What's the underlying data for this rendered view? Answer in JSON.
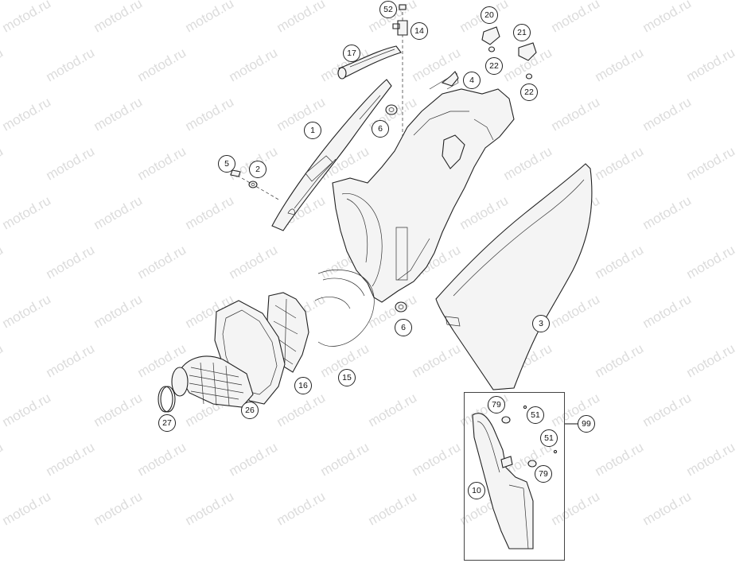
{
  "watermark": {
    "text": "motod.ru"
  },
  "parts": {
    "1": "1",
    "2": "2",
    "3": "3",
    "4": "4",
    "5": "5",
    "6a": "6",
    "6b": "6",
    "10": "10",
    "14": "14",
    "15": "15",
    "16": "16",
    "17": "17",
    "20": "20",
    "21": "21",
    "22a": "22",
    "22b": "22",
    "26": "26",
    "27": "27",
    "51a": "51",
    "51b": "51",
    "52": "52",
    "79a": "79",
    "79b": "79",
    "99": "99"
  }
}
